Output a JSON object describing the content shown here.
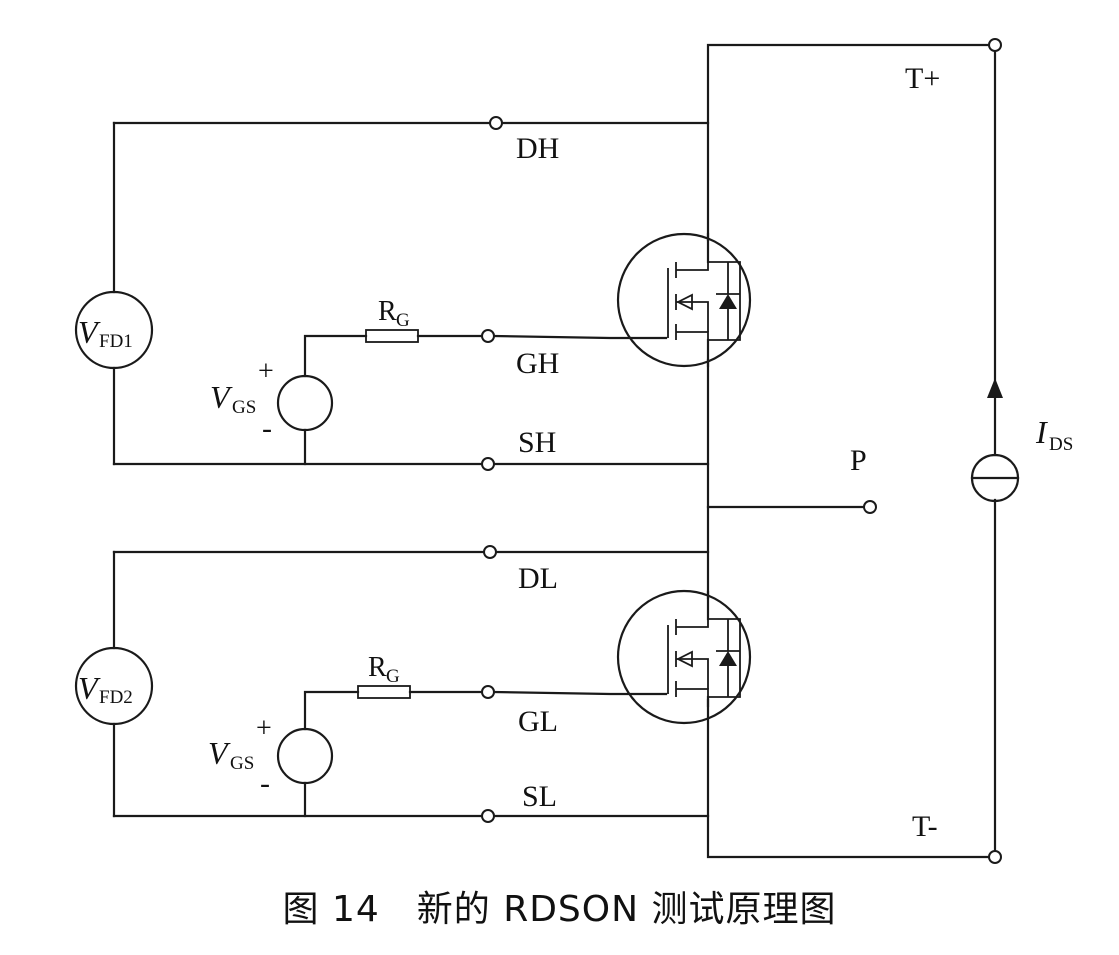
{
  "caption": "图 14　新的 RDSON 测试原理图",
  "terminals": {
    "t_plus": "T+",
    "t_minus": "T-",
    "p": "P",
    "dh": "DH",
    "gh": "GH",
    "sh": "SH",
    "dl": "DL",
    "gl": "GL",
    "sl": "SL"
  },
  "components": {
    "vfd1": {
      "symbol": "V",
      "sub": "FD1"
    },
    "vfd2": {
      "symbol": "V",
      "sub": "FD2"
    },
    "vgs_high": {
      "symbol": "V",
      "sub": "GS",
      "plus": "+",
      "minus": "-"
    },
    "vgs_low": {
      "symbol": "V",
      "sub": "GS",
      "plus": "+",
      "minus": "-"
    },
    "rg_high": {
      "symbol": "R",
      "sub": "G"
    },
    "rg_low": {
      "symbol": "R",
      "sub": "G"
    },
    "ids": {
      "symbol": "I",
      "sub": "DS"
    }
  }
}
